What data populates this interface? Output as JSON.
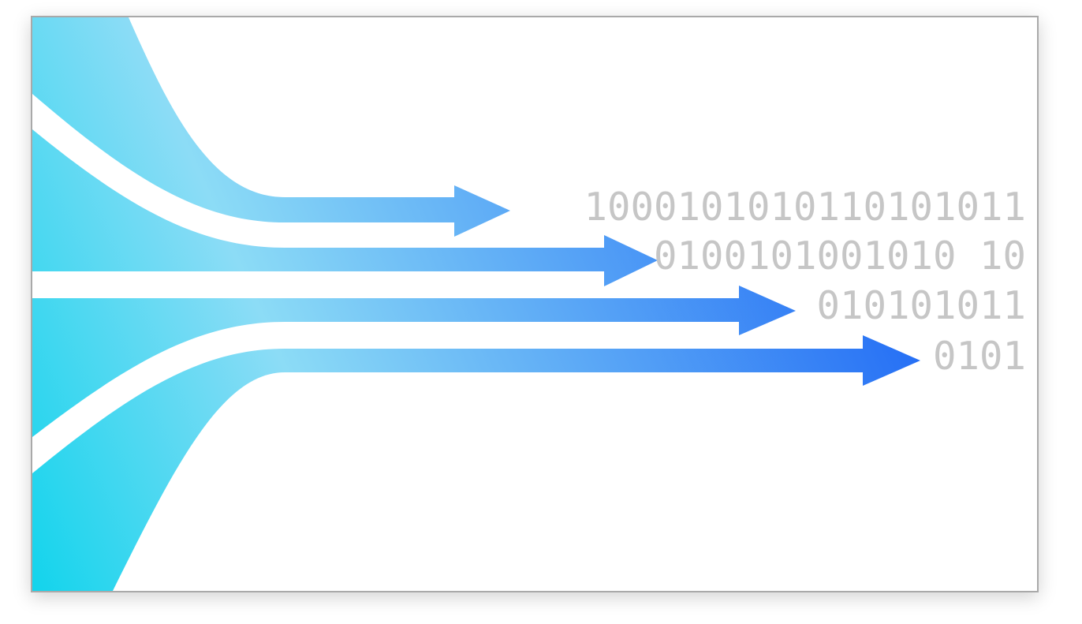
{
  "figure": {
    "binary_strings": [
      "1000101010110101011",
      "0100101001010 10",
      "010101011",
      "0101"
    ],
    "colors": {
      "gradient_start": "#12d4ec",
      "gradient_mid": "#8cdcf6",
      "gradient_end": "#1a63f5",
      "text": "#c6c6c6",
      "border": "#a9a9a9"
    }
  }
}
